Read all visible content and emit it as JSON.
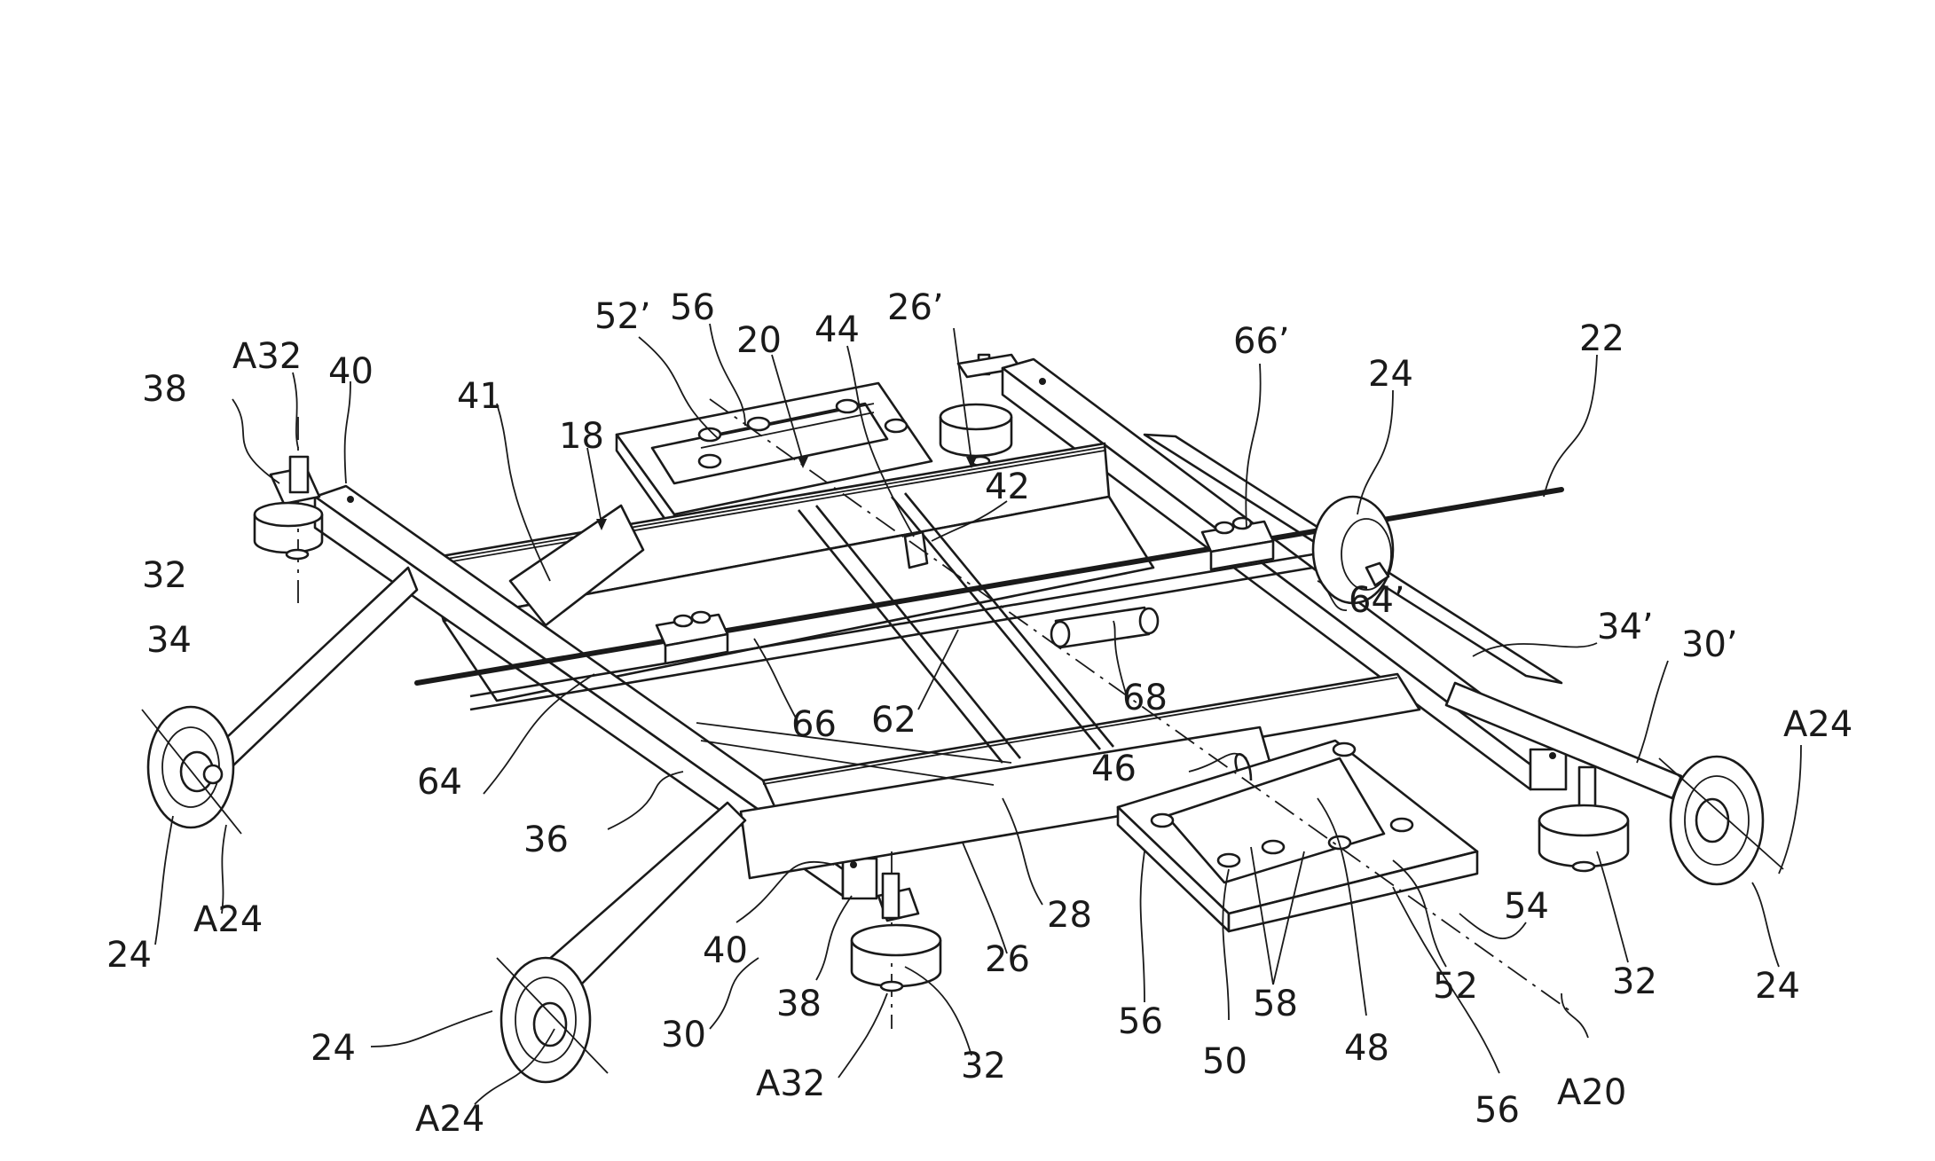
{
  "figure": {
    "type": "patent isometric line drawing",
    "subject": "wheeled frame with rod, pivoting arms, wheels and support plates",
    "line_color": "#1a1a1a",
    "background": "#ffffff"
  },
  "labels": {
    "l38a": "38",
    "lA32a": "A32",
    "l40a": "40",
    "l41": "41",
    "l18": "18",
    "l52p": "52’",
    "l56a": "56",
    "l20": "20",
    "l44": "44",
    "l26p": "26’",
    "l66p": "66’",
    "l24a": "24",
    "l22": "22",
    "l42": "42",
    "l32a": "32",
    "l34": "34",
    "l64p": "64’",
    "l34p": "34’",
    "l30p": "30’",
    "lA24a": "A24",
    "l68": "68",
    "l66": "66",
    "l62": "62",
    "l64": "64",
    "l46": "46",
    "l36": "36",
    "l24b": "24",
    "lA24b": "A24",
    "l40b": "40",
    "l38b": "38",
    "l26": "26",
    "l28": "28",
    "l30": "30",
    "l24c": "24",
    "lA32b": "A32",
    "l32b": "32",
    "lA24c": "A24",
    "l56b": "56",
    "l50": "50",
    "l58": "58",
    "l48": "48",
    "l52": "52",
    "l54": "54",
    "l32c": "32",
    "l24d": "24",
    "l56c": "56",
    "lA20": "A20"
  }
}
